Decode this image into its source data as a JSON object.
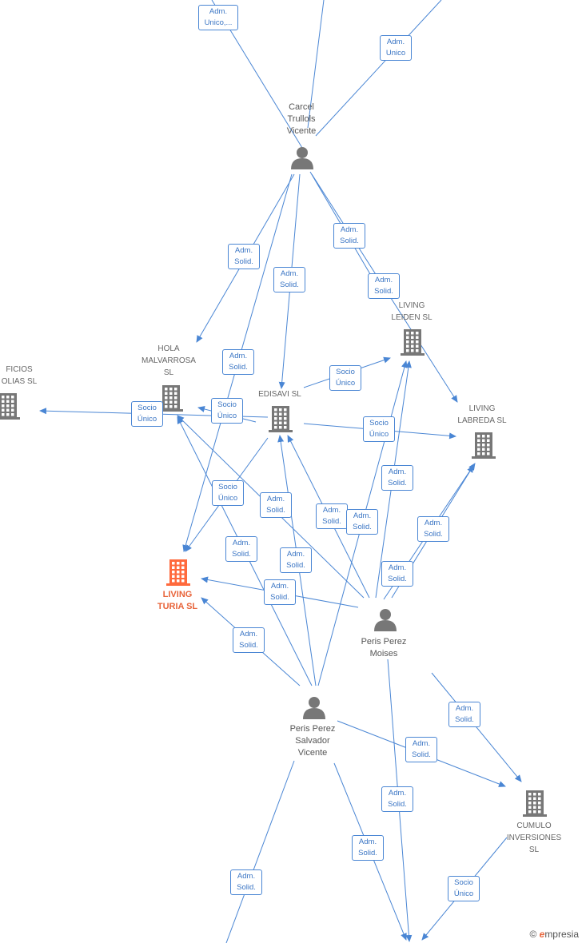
{
  "colors": {
    "edge": "#4a86d4",
    "node": "#777777",
    "focus": "#ff6a3d"
  },
  "nodes": {
    "carcel": {
      "lines": [
        "Carcel",
        "Trullols",
        "Vicente"
      ]
    },
    "ficios": {
      "lines": [
        "FICIOS",
        "OLIAS SL"
      ]
    },
    "hola": {
      "lines": [
        "HOLA",
        "MALVARROSA",
        "SL"
      ]
    },
    "edisavi": {
      "lines": [
        "EDISAVI SL"
      ]
    },
    "leiden": {
      "lines": [
        "LIVING",
        "LEIDEN SL"
      ]
    },
    "labreda": {
      "lines": [
        "LIVING",
        "LABREDA SL"
      ]
    },
    "turia": {
      "lines": [
        "LIVING",
        "TURIA SL"
      ]
    },
    "moises": {
      "lines": [
        "Peris Perez",
        "Moises"
      ]
    },
    "salvador": {
      "lines": [
        "Peris Perez",
        "Salvador",
        "Vicente"
      ]
    },
    "cumulo": {
      "lines": [
        "CUMULO",
        "INVERSIONES",
        "SL"
      ]
    }
  },
  "edge_labels": [
    [
      "Adm.",
      "Unico,..."
    ],
    [
      "Adm.",
      "Unico"
    ],
    [
      "Adm.",
      "Solid."
    ],
    [
      "Adm.",
      "Solid."
    ],
    [
      "Adm.",
      "Solid."
    ],
    [
      "Adm.",
      "Solid."
    ],
    [
      "Adm.",
      "Solid."
    ],
    [
      "Socio",
      "Único"
    ],
    [
      "Socio",
      "Único"
    ],
    [
      "Socio",
      "Único"
    ],
    [
      "Socio",
      "Único"
    ],
    [
      "Socio",
      "Único"
    ],
    [
      "Adm.",
      "Solid."
    ],
    [
      "Adm.",
      "Solid."
    ],
    [
      "Adm.",
      "Solid."
    ],
    [
      "Adm.",
      "Solid."
    ],
    [
      "Adm.",
      "Solid."
    ],
    [
      "Adm.",
      "Solid."
    ],
    [
      "Adm.",
      "Solid."
    ],
    [
      "Adm.",
      "Solid."
    ],
    [
      "Adm.",
      "Solid."
    ],
    [
      "Adm.",
      "Solid."
    ],
    [
      "Adm.",
      "Solid."
    ],
    [
      "Adm.",
      "Solid."
    ],
    [
      "Adm.",
      "Solid."
    ],
    [
      "Adm.",
      "Solid."
    ],
    [
      "Adm.",
      "Solid."
    ],
    [
      "Socio",
      "Único"
    ]
  ],
  "brand": {
    "copyright": "©",
    "name": "mpresia",
    "initial": "e"
  }
}
